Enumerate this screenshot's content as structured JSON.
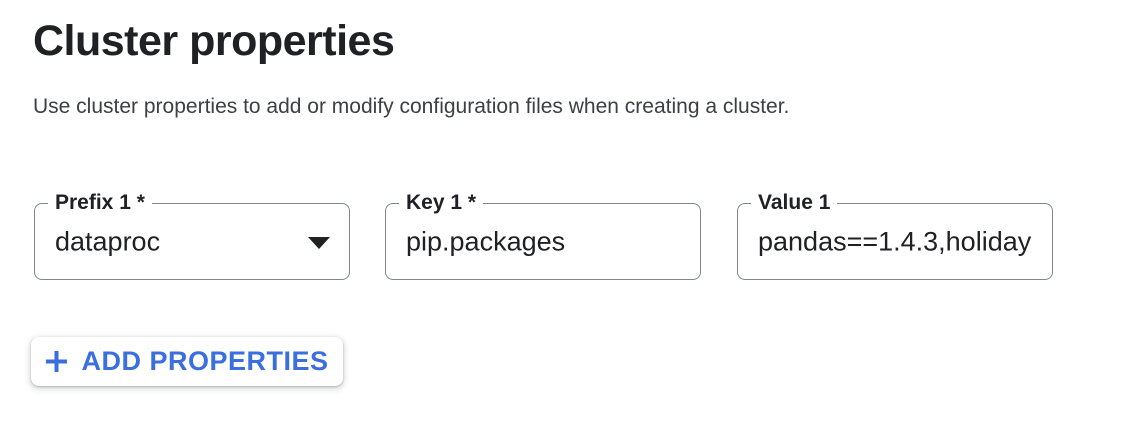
{
  "page": {
    "title": "Cluster properties",
    "description": "Use cluster properties to add or modify configuration files when creating a cluster."
  },
  "fields": {
    "prefix": {
      "label": "Prefix 1 *",
      "value": "dataproc",
      "control": "dropdown",
      "icon": "dropdown-arrow-icon"
    },
    "key": {
      "label": "Key 1 *",
      "value": "pip.packages",
      "control": "text-input"
    },
    "value": {
      "label": "Value 1",
      "value": "pandas==1.4.3,holiday",
      "control": "text-input",
      "note_truncated": "true"
    }
  },
  "actions": {
    "add_properties_label": "ADD PROPERTIES",
    "plus_icon": "+"
  },
  "colors": {
    "accent_blue": "#3b6fe0",
    "field_border_gray": "#80868b",
    "text_dark": "#202124",
    "description_gray": "#3c4043",
    "background": "#ffffff"
  }
}
